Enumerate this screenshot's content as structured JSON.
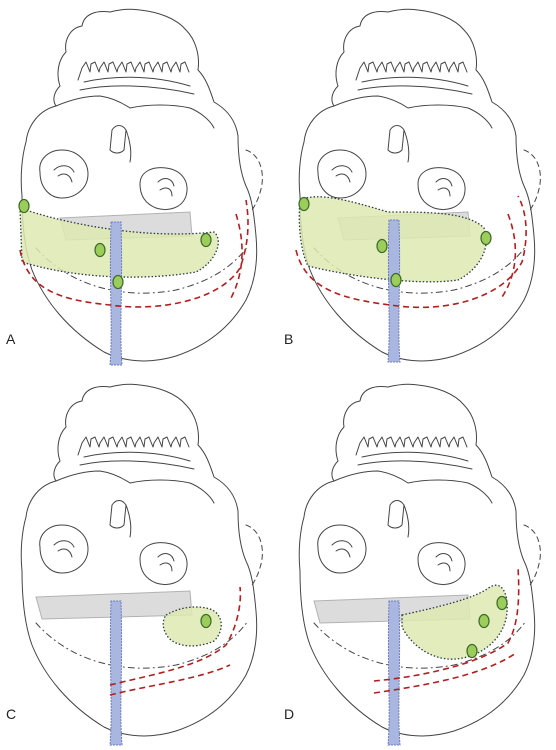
{
  "figure": {
    "panels": [
      {
        "label": "A",
        "variant": "wide-low"
      },
      {
        "label": "B",
        "variant": "wide-high"
      },
      {
        "label": "C",
        "variant": "small-right"
      },
      {
        "label": "D",
        "variant": "medium-right"
      }
    ]
  },
  "colors": {
    "outline": "#444444",
    "region_fill": "#dde9b0",
    "region_stroke": "#2a3a4a",
    "marker_fill": "#9ccc5a",
    "marker_stroke": "#3c6a2c",
    "midline_fill": "#a9b6e0",
    "midline_stroke": "#6c7cc0",
    "plate_fill": "#d9d9d9",
    "dashed_red": "#b02020"
  }
}
